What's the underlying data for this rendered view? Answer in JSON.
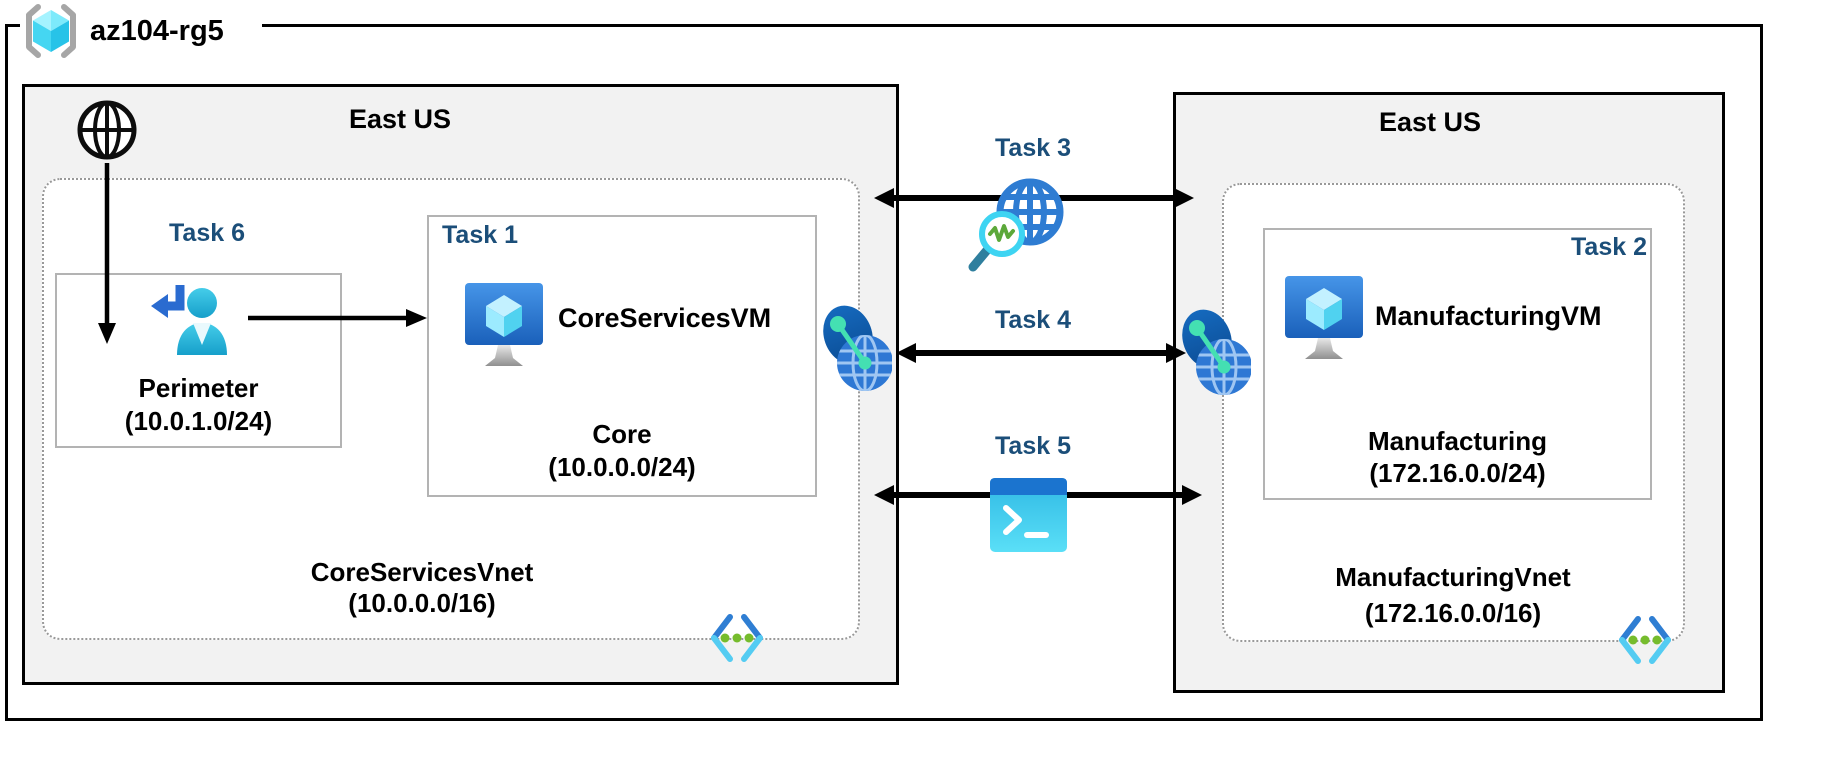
{
  "resource_group": {
    "label": "az104-rg5"
  },
  "regions": {
    "left": {
      "name": "East US"
    },
    "right": {
      "name": "East US"
    }
  },
  "tasks": {
    "t1": "Task 1",
    "t2": "Task 2",
    "t3": "Task 3",
    "t4": "Task 4",
    "t5": "Task 5",
    "t6": "Task 6"
  },
  "vms": {
    "core": {
      "name": "CoreServicesVM"
    },
    "manufacturing": {
      "name": "ManufacturingVM"
    }
  },
  "subnets": {
    "perimeter": {
      "name": "Perimeter",
      "cidr": "(10.0.1.0/24)"
    },
    "core": {
      "name": "Core",
      "cidr": "(10.0.0.0/24)"
    },
    "manufacturing": {
      "name": "Manufacturing",
      "cidr": "(172.16.0.0/24)"
    }
  },
  "vnets": {
    "core": {
      "name": "CoreServicesVnet",
      "cidr": "(10.0.0.0/16)"
    },
    "manufacturing": {
      "name": "ManufacturingVnet",
      "cidr": "(172.16.0.0/16)"
    }
  },
  "icons": {
    "resource_group": "resource-group-icon (gray brackets with cyan cube)",
    "internet": "internet-globe-icon (black outline globe)",
    "signin_user": "signin-user-icon (cyan person with blue return arrow)",
    "virtual_machine": "vm-icon (blue monitor with cyan cube)",
    "peering": "vnet-peering-icon (dark blue ellipse, blue globe, teal link dots)",
    "network_watcher": "network-watcher-icon (blue globe with cyan magnifier, green pulse)",
    "cloud_shell": "cloud-shell-icon (blue terminal with white prompt)",
    "virtual_network": "vnet-icon (blue/cyan chevrons with three green dots)"
  },
  "colors": {
    "task_label": "#1b4e79",
    "region_fill": "#f2f2f2",
    "frame_border": "#000000",
    "box_border": "#b3b3b3",
    "vnet_dotted_border": "#999999",
    "azure_blue": "#2f7ed3",
    "azure_cyan": "#50e6ff",
    "teal_link": "#44e0b2",
    "green_dots": "#76bc2d"
  }
}
